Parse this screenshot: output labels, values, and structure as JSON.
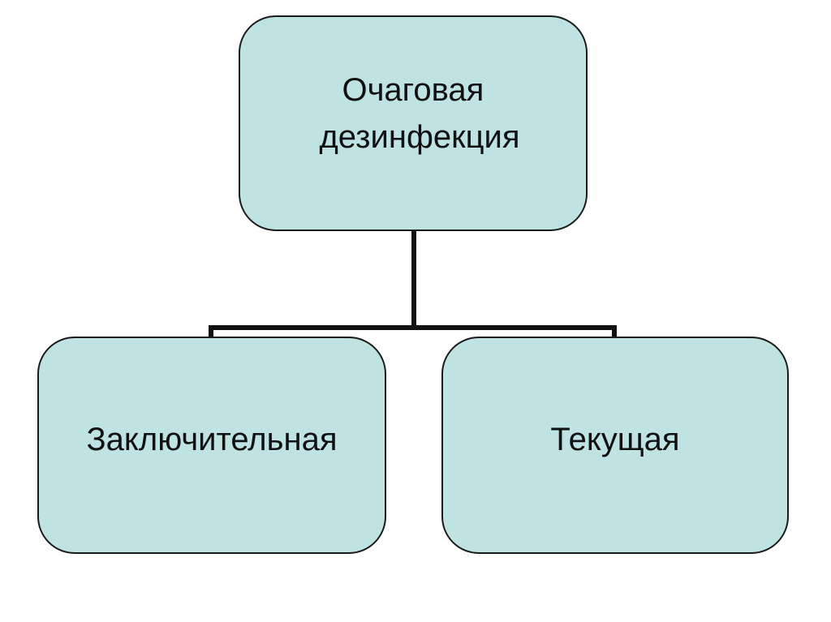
{
  "colors": {
    "node_fill": "#bfe2e2",
    "node_border": "#1a1a1a",
    "connector": "#111111",
    "text": "#111111"
  },
  "diagram": {
    "root": {
      "line1": "Очаговая",
      "line2": "дезинфекция"
    },
    "children": [
      {
        "label": "Заключительная"
      },
      {
        "label": "Текущая"
      }
    ]
  }
}
